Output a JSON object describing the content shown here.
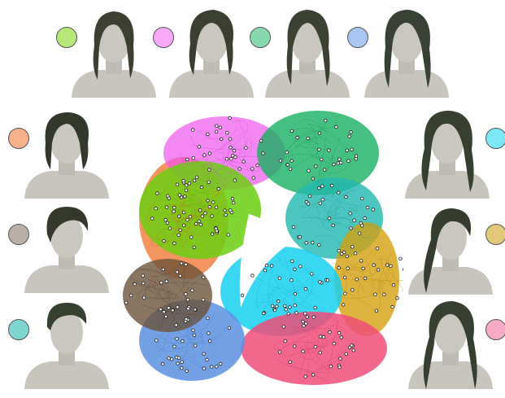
{
  "figure": {
    "description_free": true,
    "clusters": [
      {
        "id": "c1",
        "color": "#b5e878",
        "hair": "dark-brown"
      },
      {
        "id": "c2",
        "color": "#f7a8f7",
        "hair": "dark-brown"
      },
      {
        "id": "c3",
        "color": "#86d9ac",
        "hair": "dark-brown"
      },
      {
        "id": "c4",
        "color": "#a9c6f2",
        "hair": "dark-brown"
      },
      {
        "id": "c5",
        "color": "#f6b08a",
        "hair": "dark-brown"
      },
      {
        "id": "c6",
        "color": "#b8b0a8",
        "hair": "dark-brown"
      },
      {
        "id": "c7",
        "color": "#7fd6d0",
        "hair": "dark-brown"
      },
      {
        "id": "c8",
        "color": "#7de8f5",
        "hair": "dark-brown"
      },
      {
        "id": "c9",
        "color": "#e3c77a",
        "hair": "dark-brown"
      },
      {
        "id": "c10",
        "color": "#f7aac6",
        "hair": "dark-brown"
      }
    ],
    "graph_regions": [
      {
        "name": "lime",
        "color": "#6ccf10"
      },
      {
        "name": "magenta",
        "color": "#ee55ee"
      },
      {
        "name": "green",
        "color": "#18b060"
      },
      {
        "name": "teal",
        "color": "#22b8b0"
      },
      {
        "name": "cyan",
        "color": "#18d0f0"
      },
      {
        "name": "gold",
        "color": "#d4a010"
      },
      {
        "name": "pink",
        "color": "#f04c78"
      },
      {
        "name": "blue",
        "color": "#5c90e0"
      },
      {
        "name": "brown",
        "color": "#6b5238"
      },
      {
        "name": "orange",
        "color": "#f0702a"
      }
    ]
  }
}
